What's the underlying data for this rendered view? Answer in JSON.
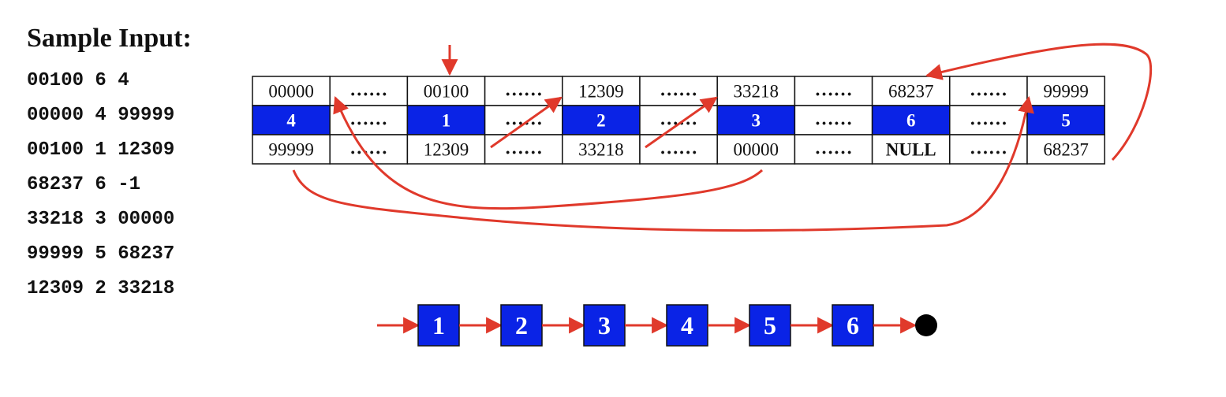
{
  "title": "Sample Input:",
  "input_lines": [
    "00100 6 4",
    "00000 4 99999",
    "00100 1 12309",
    "68237 6 -1",
    "33218 3 00000",
    "99999 5 68237",
    "12309 2 33218"
  ],
  "memory_table": {
    "columns": [
      {
        "address": "00000",
        "data": "4",
        "next": "99999"
      },
      {
        "address": "……",
        "data": "……",
        "next": "……"
      },
      {
        "address": "00100",
        "data": "1",
        "next": "12309"
      },
      {
        "address": "……",
        "data": "……",
        "next": "……"
      },
      {
        "address": "12309",
        "data": "2",
        "next": "33218"
      },
      {
        "address": "……",
        "data": "……",
        "next": "……"
      },
      {
        "address": "33218",
        "data": "3",
        "next": "00000"
      },
      {
        "address": "……",
        "data": "……",
        "next": "……"
      },
      {
        "address": "68237",
        "data": "6",
        "next": "NULL"
      },
      {
        "address": "……",
        "data": "……",
        "next": "……"
      },
      {
        "address": "99999",
        "data": "5",
        "next": "68237"
      }
    ]
  },
  "linked_list": [
    "1",
    "2",
    "3",
    "4",
    "5",
    "6"
  ],
  "colors": {
    "node_fill": "#0a23e6",
    "arrow": "#e0392b",
    "table_border": "#111111"
  }
}
